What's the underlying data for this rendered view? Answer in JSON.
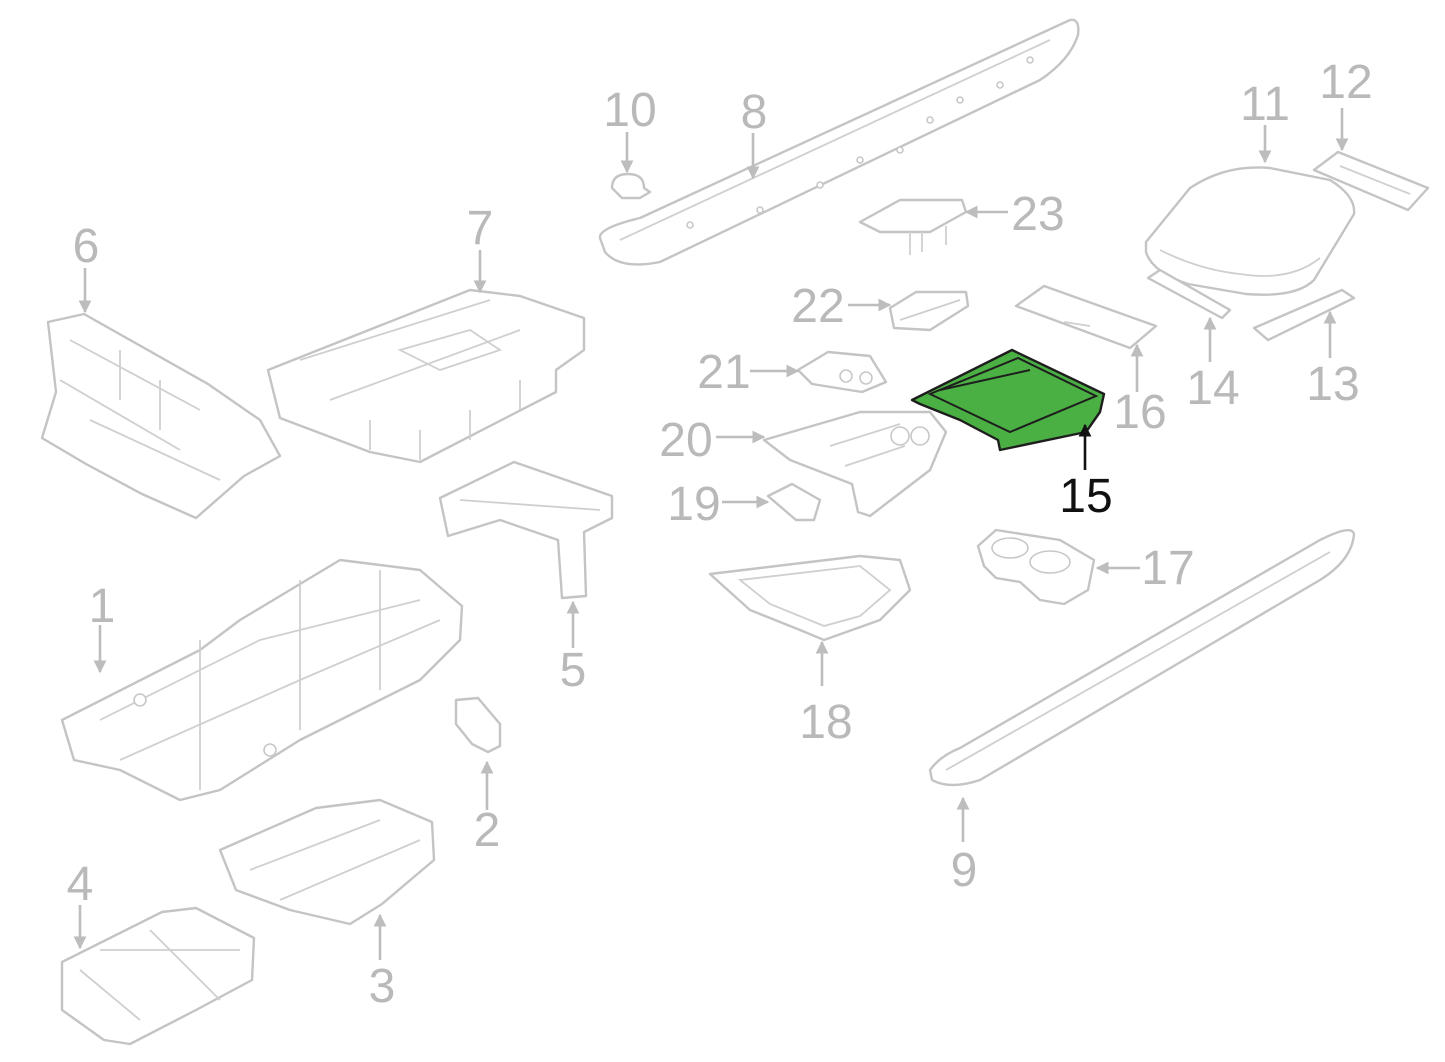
{
  "diagram": {
    "highlight_color": "#4bb043",
    "callout_color": "#b9b9b9",
    "highlighted_callout_color": "#111111",
    "callouts": {
      "c1": "1",
      "c2": "2",
      "c3": "3",
      "c4": "4",
      "c5": "5",
      "c6": "6",
      "c7": "7",
      "c8": "8",
      "c9": "9",
      "c10": "10",
      "c11": "11",
      "c12": "12",
      "c13": "13",
      "c14": "14",
      "c15": "15",
      "c16": "16",
      "c17": "17",
      "c18": "18",
      "c19": "19",
      "c20": "20",
      "c21": "21",
      "c22": "22",
      "c23": "23"
    },
    "highlighted_part": "15"
  }
}
